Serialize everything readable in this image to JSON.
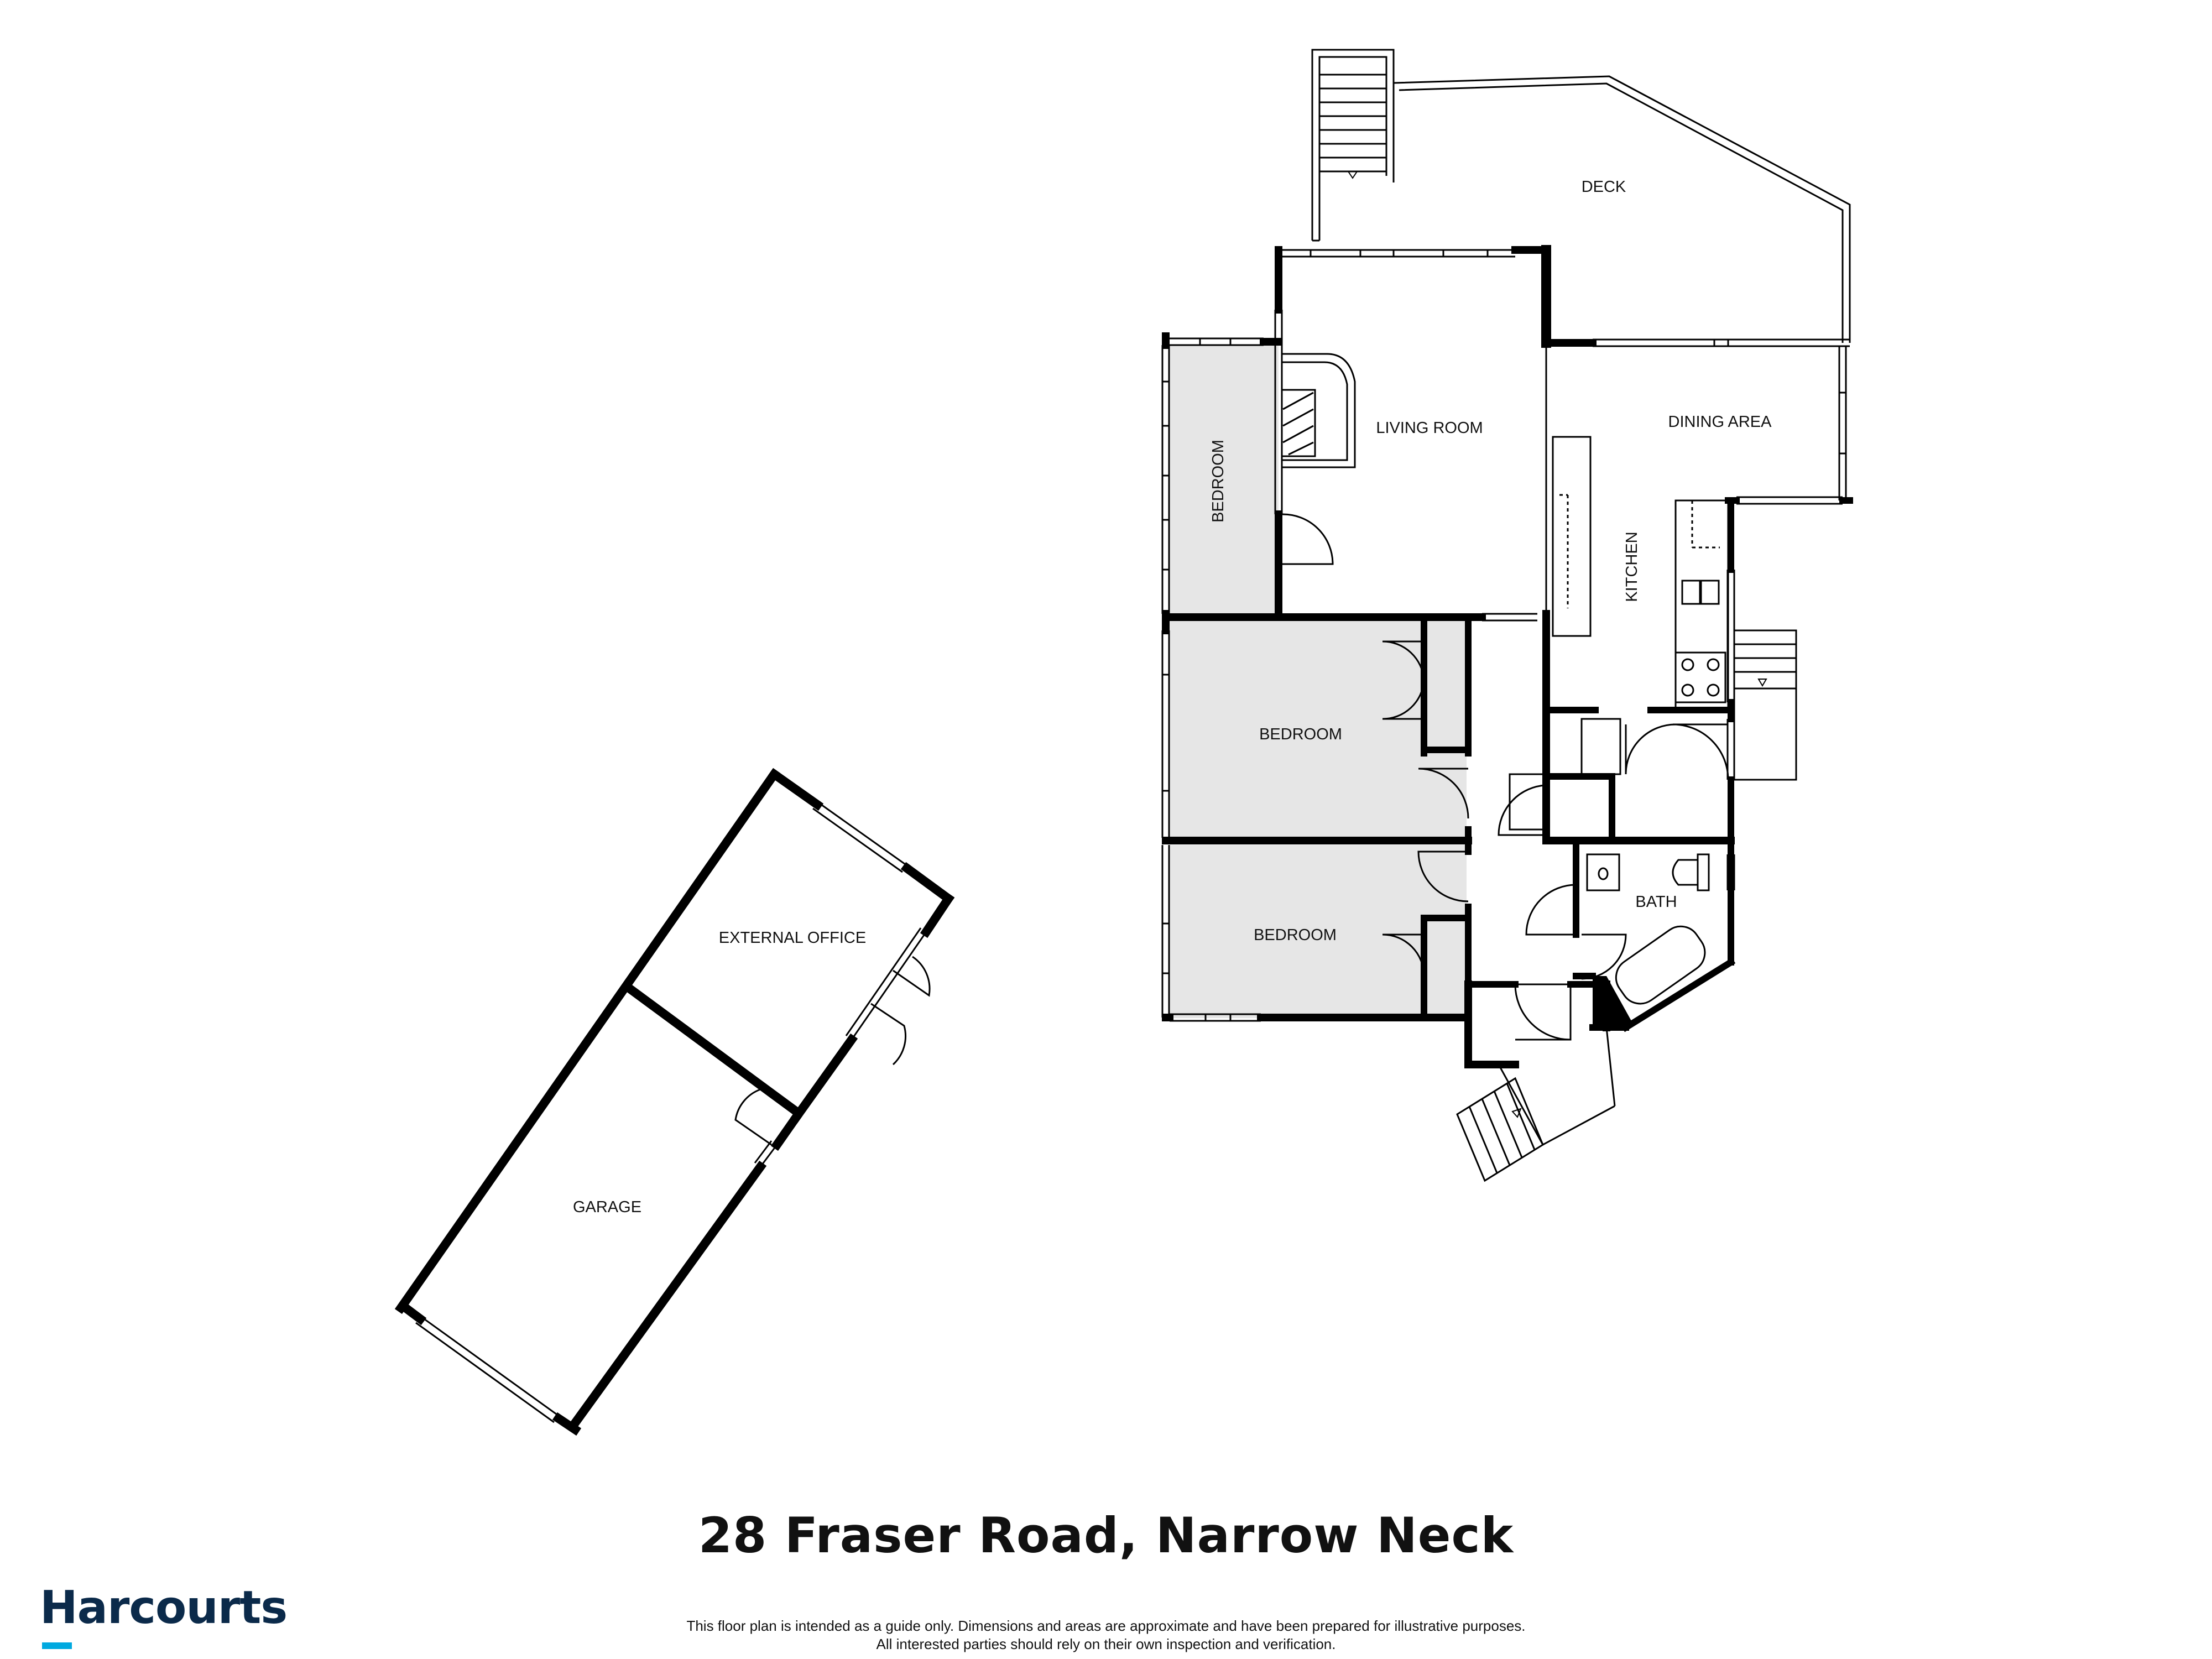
{
  "plan": {
    "rooms": {
      "deck": "DECK",
      "living_room": "LIVING ROOM",
      "dining_area": "DINING AREA",
      "kitchen": "KITCHEN",
      "bedroom_1": "BEDROOM",
      "bedroom_2": "BEDROOM",
      "bedroom_3": "BEDROOM",
      "bath": "BATH",
      "external_office": "EXTERNAL OFFICE",
      "garage": "GARAGE"
    }
  },
  "footer": {
    "address": "28 Fraser Road, Narrow Neck",
    "disclaimer_line1": "This floor plan is intended as a guide only. Dimensions and areas are approximate and have been prepared for illustrative purposes.",
    "disclaimer_line2": "All interested parties should rely on their own inspection and verification.",
    "brand": "Harcourts"
  },
  "colors": {
    "wall": "#000000",
    "bedroom_fill": "#e6e6e6",
    "brand_navy": "#0b2a4a",
    "brand_blue": "#00a9e0"
  }
}
